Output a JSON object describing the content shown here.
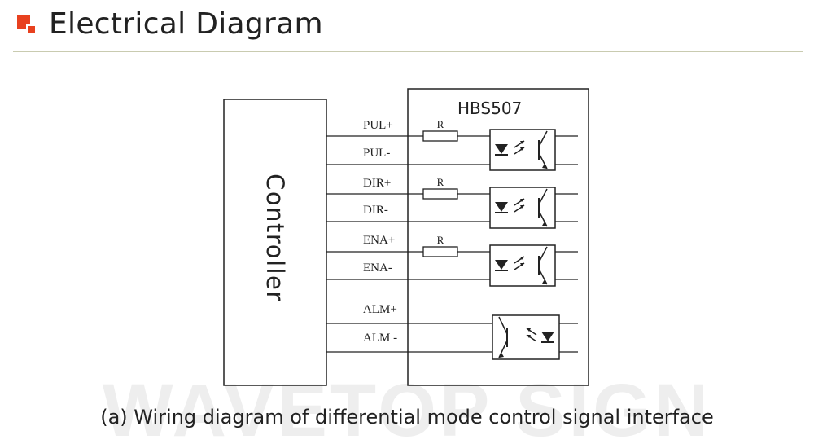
{
  "header": {
    "title": "Electrical Diagram",
    "icon": "red-squares-icon",
    "accent_color": "#e8411f"
  },
  "diagram": {
    "controller_label": "Controller",
    "driver_label": "HBS507",
    "resistor_label": "R",
    "signals": [
      {
        "plus": "PUL+",
        "minus": "PUL-",
        "has_resistor": true,
        "coupler": "input"
      },
      {
        "plus": "DIR+",
        "minus": "DIR-",
        "has_resistor": true,
        "coupler": "input"
      },
      {
        "plus": "ENA+",
        "minus": "ENA-",
        "has_resistor": true,
        "coupler": "input"
      },
      {
        "plus": "ALM+",
        "minus": "ALM -",
        "has_resistor": false,
        "coupler": "output"
      }
    ],
    "watermark": "WAVETOP SIGN"
  },
  "caption": "(a) Wiring diagram of differential mode control signal interface"
}
